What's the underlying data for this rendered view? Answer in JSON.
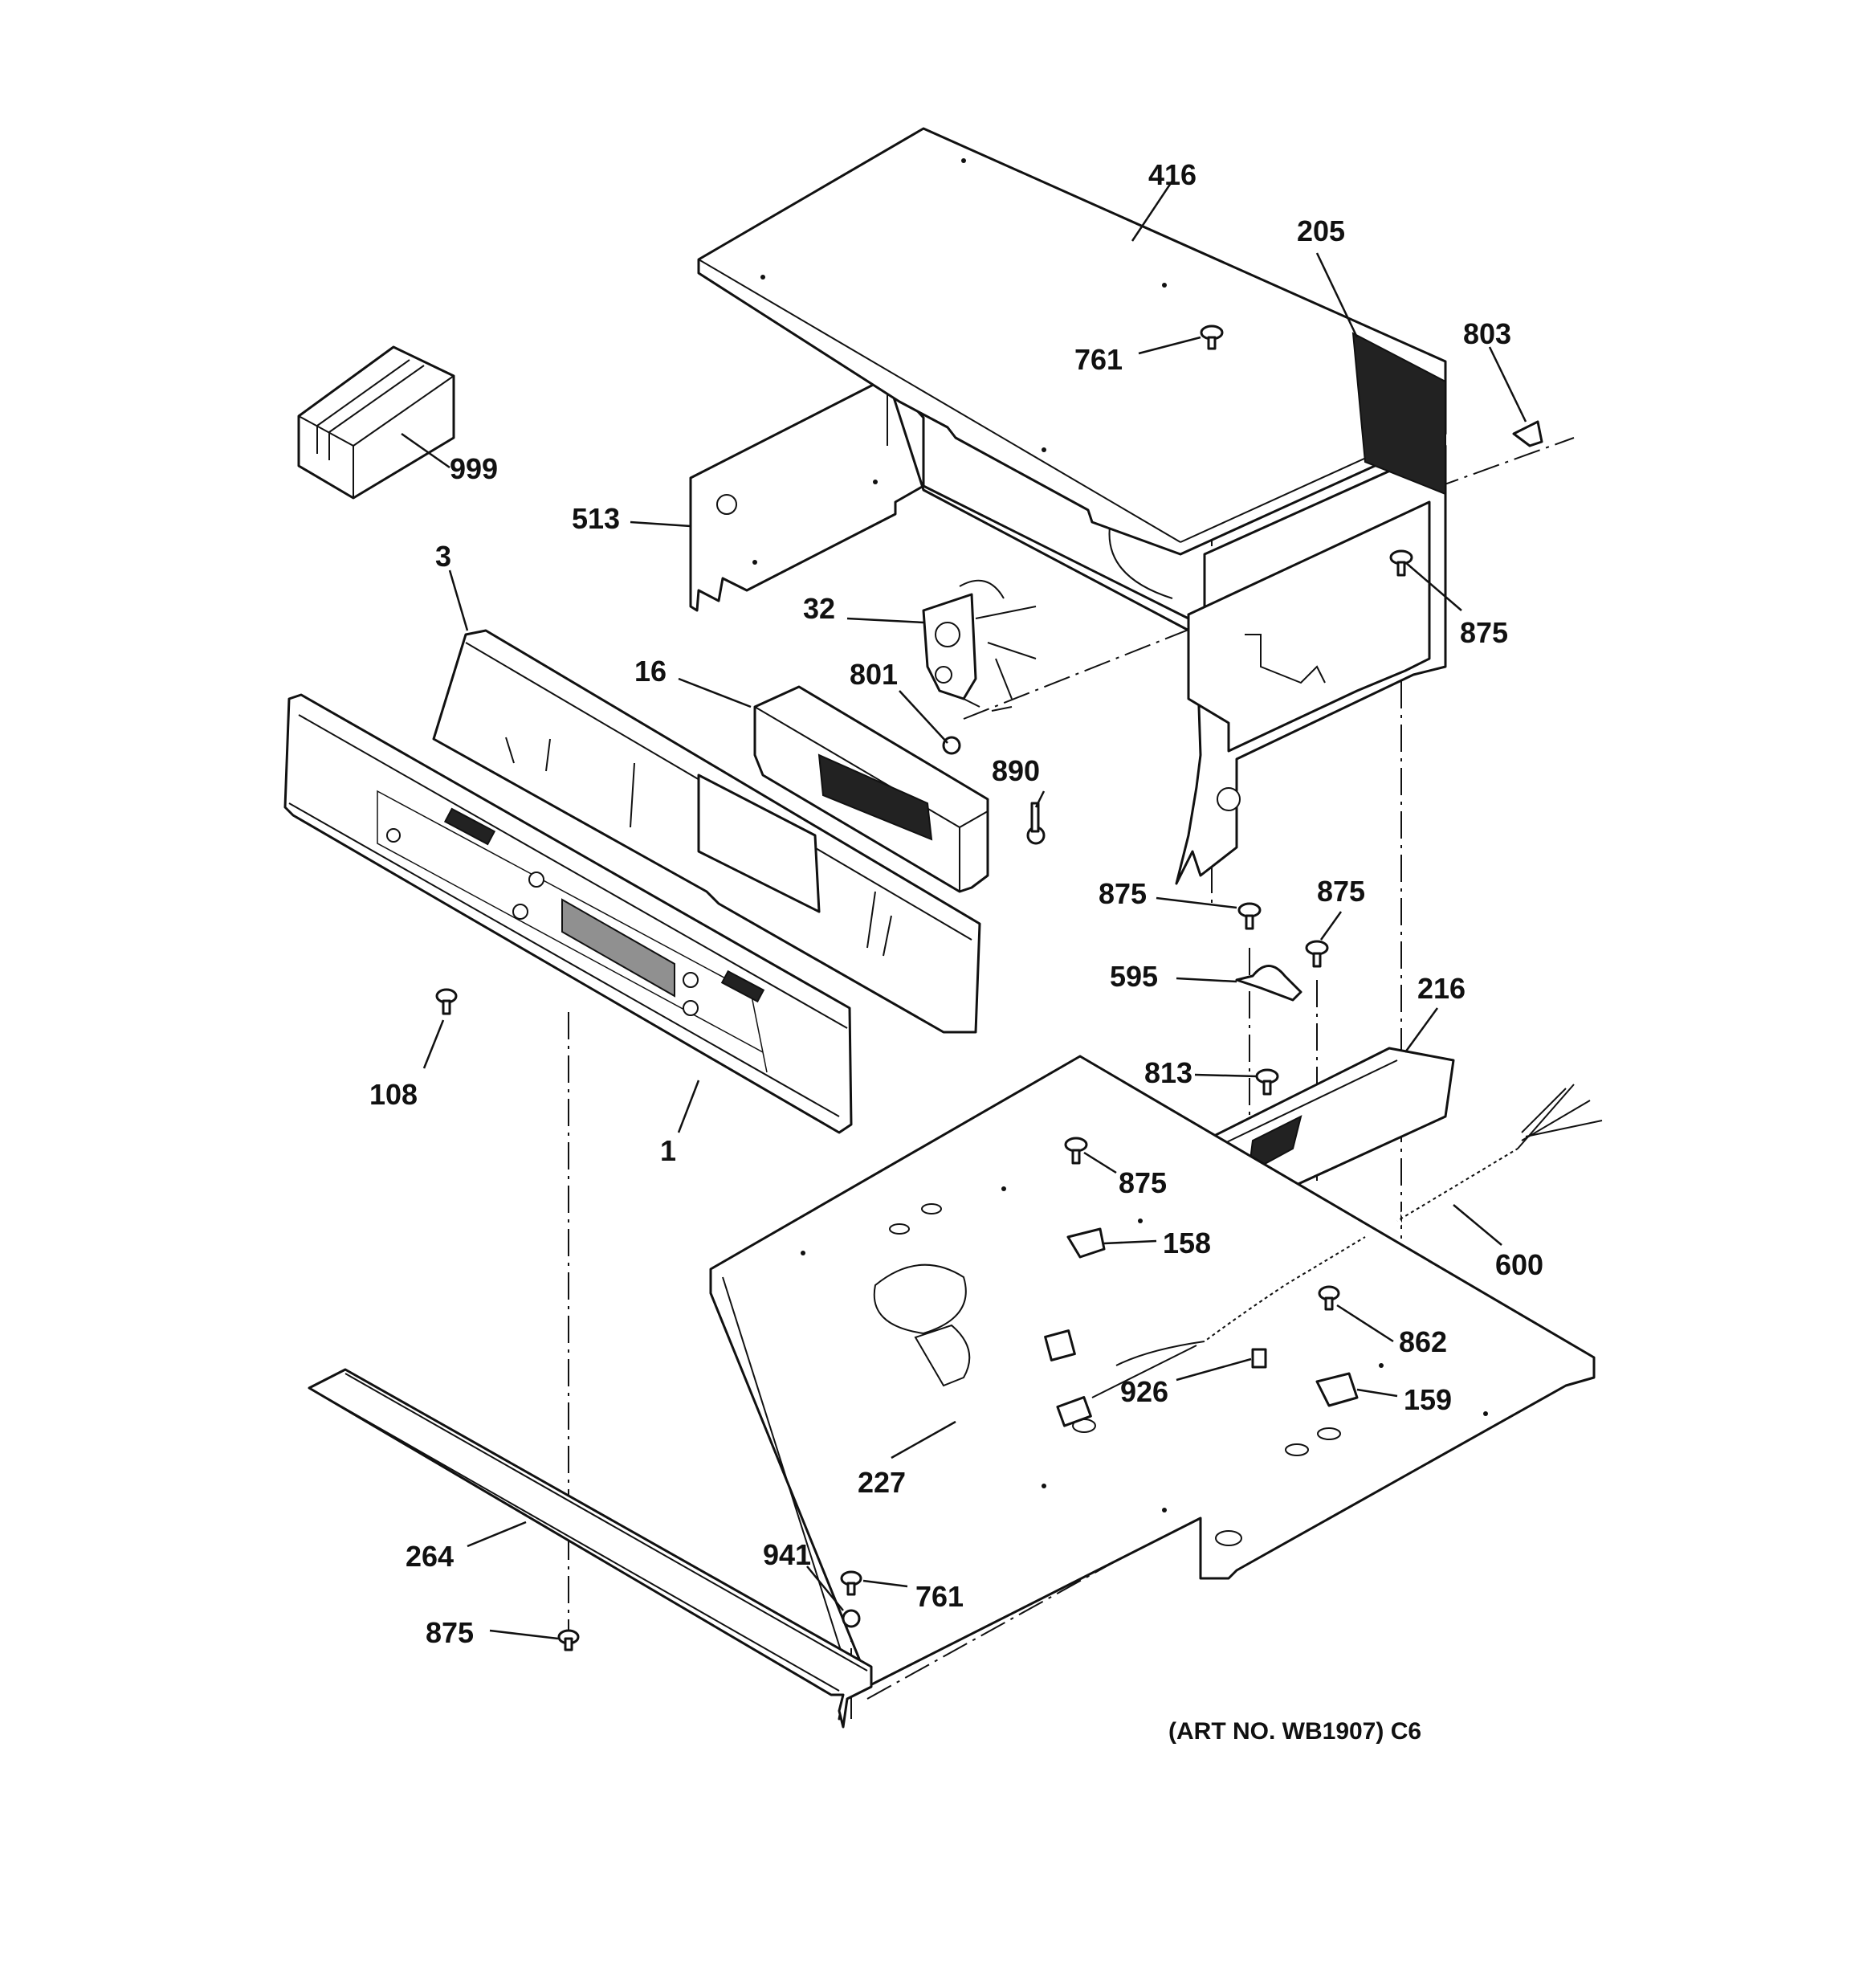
{
  "diagram": {
    "art_number": "(ART NO. WB1907) C6",
    "callouts": [
      {
        "id": "416",
        "label": "416"
      },
      {
        "id": "205",
        "label": "205"
      },
      {
        "id": "761-top",
        "label": "761"
      },
      {
        "id": "803",
        "label": "803"
      },
      {
        "id": "999",
        "label": "999"
      },
      {
        "id": "513",
        "label": "513"
      },
      {
        "id": "3",
        "label": "3"
      },
      {
        "id": "32",
        "label": "32"
      },
      {
        "id": "875-right",
        "label": "875"
      },
      {
        "id": "16",
        "label": "16"
      },
      {
        "id": "801",
        "label": "801"
      },
      {
        "id": "890",
        "label": "890"
      },
      {
        "id": "875-mid-left",
        "label": "875"
      },
      {
        "id": "875-mid-right",
        "label": "875"
      },
      {
        "id": "595",
        "label": "595"
      },
      {
        "id": "216",
        "label": "216"
      },
      {
        "id": "108",
        "label": "108"
      },
      {
        "id": "813",
        "label": "813"
      },
      {
        "id": "1",
        "label": "1"
      },
      {
        "id": "875-floor",
        "label": "875"
      },
      {
        "id": "158",
        "label": "158"
      },
      {
        "id": "600",
        "label": "600"
      },
      {
        "id": "862",
        "label": "862"
      },
      {
        "id": "926",
        "label": "926"
      },
      {
        "id": "159",
        "label": "159"
      },
      {
        "id": "227",
        "label": "227"
      },
      {
        "id": "264",
        "label": "264"
      },
      {
        "id": "941",
        "label": "941"
      },
      {
        "id": "761-bottom",
        "label": "761"
      },
      {
        "id": "875-bottom",
        "label": "875"
      }
    ]
  }
}
